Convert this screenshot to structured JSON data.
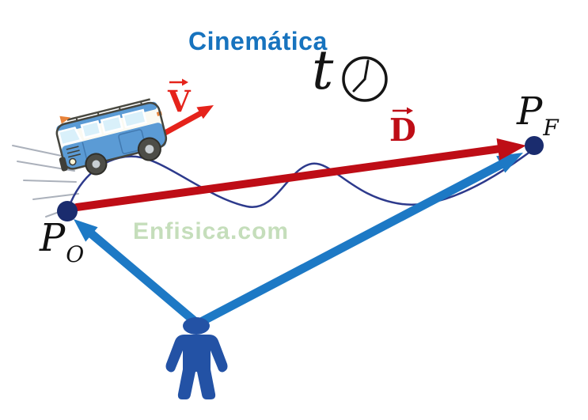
{
  "title": "Cinemática",
  "time": {
    "symbol": "t",
    "icon": "clock"
  },
  "vectors": {
    "velocity": {
      "symbol": "V",
      "color": "#E5231B"
    },
    "displacement": {
      "symbol": "D",
      "color": "#BE0D16"
    }
  },
  "points": {
    "origin": {
      "base": "P",
      "subscript": "O",
      "color": "#1A2C6E"
    },
    "final": {
      "base": "P",
      "subscript": "F",
      "color": "#1A2C6E"
    }
  },
  "observer": {
    "icon": "standing-person",
    "person_color": "#2352A5",
    "sight_arrow_color": "#1D79C5"
  },
  "trajectory": {
    "icon": "wavy-path",
    "color": "#2D3A8C"
  },
  "vehicle": {
    "icon": "cartoon-van",
    "body_color": "#5B9BD5"
  },
  "watermark": "Enfisica.com",
  "colors": {
    "title": "#1773BE",
    "watermark": "#C5DEBB",
    "background": "#FFFFFF"
  }
}
